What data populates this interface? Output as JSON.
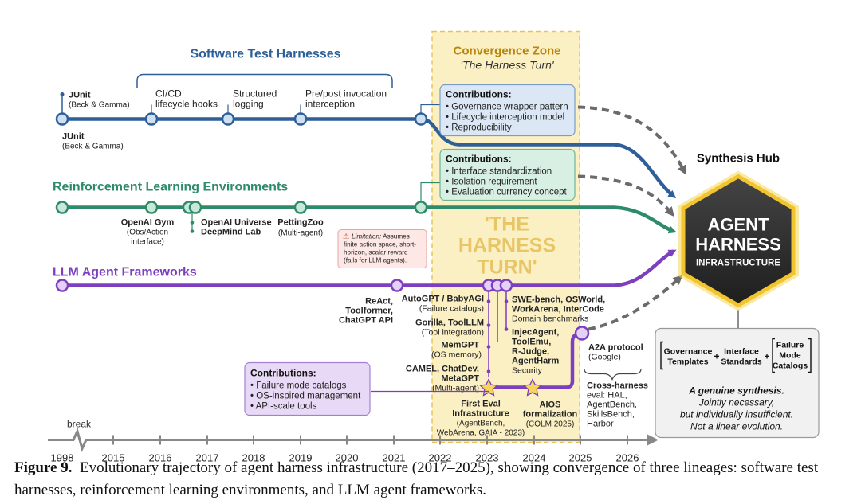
{
  "zone": {
    "title": "Convergence Zone",
    "subtitle": "'The Harness Turn'",
    "big_lines": [
      "'THE",
      "HARNESS",
      "TURN'"
    ]
  },
  "sth": {
    "title": "Software Test Harnesses",
    "junit_top": [
      "JUnit",
      "(Beck & Gamma)"
    ],
    "junit_bottom": [
      "JUnit",
      "(Beck & Gamma)"
    ],
    "cicd": [
      "CI/CD",
      "lifecycle hooks"
    ],
    "structured": [
      "Structured",
      "logging"
    ],
    "prepost": [
      "Pre/post invocation",
      "interception"
    ],
    "contrib_title": "Contributions:",
    "contrib": [
      "Governance wrapper pattern",
      "Lifecycle interception model",
      "Reproducibility"
    ]
  },
  "rle": {
    "title": "Reinforcement Learning Environments",
    "gym": [
      "OpenAI Gym",
      "(Obs/Action",
      "interface)"
    ],
    "universe": "OpenAI Universe",
    "deepmind": "DeepMind Lab",
    "petting": [
      "PettingZoo",
      "(Multi-agent)"
    ],
    "contrib_title": "Contributions:",
    "contrib": [
      "Interface standardization",
      "Isolation requirement",
      "Evaluation currency concept"
    ]
  },
  "limitation": {
    "label": "Limitation:",
    "lines": [
      "Assumes",
      "finite action space, short-",
      "horizon, scalar reward",
      "(fails for LLM agents)."
    ]
  },
  "llm": {
    "title": "LLM Agent Frameworks",
    "react": [
      "ReAct,",
      "Toolformer,",
      "ChatGPT API"
    ],
    "autogpt": [
      "AutoGPT / BabyAGI",
      "(Failure catalogs)"
    ],
    "gorilla": [
      "Gorilla, ToolLLM",
      "(Tool integration)"
    ],
    "memgpt": [
      "MemGPT",
      "(OS memory)"
    ],
    "camel": [
      "CAMEL, ChatDev,",
      "MetaGPT",
      "(Multi-agent)"
    ],
    "swebench": [
      "SWE-bench, OSWorld,",
      "WorkArena, InterCode",
      "Domain benchmarks"
    ],
    "injec": [
      "InjecAgent,",
      "ToolEmu,",
      "R-Judge,",
      "AgentHarm",
      "Security"
    ],
    "firsteval": [
      "First Eval",
      "Infrastructure",
      "(AgentBench,",
      "WebArena, GAIA - 2023)"
    ],
    "aios": [
      "AIOS",
      "formalization",
      "(COLM 2025)"
    ],
    "a2a": [
      "A2A protocol",
      "(Google)"
    ],
    "cross": [
      "Cross-harness",
      "eval: HAL,",
      "AgentBench,",
      "SkillsBench,",
      "Harbor"
    ],
    "contrib_title": "Contributions:",
    "contrib": [
      "Failure mode catalogs",
      "OS-inspired management",
      "API-scale tools"
    ]
  },
  "hub": {
    "title": "Synthesis Hub",
    "line1": "AGENT",
    "line2": "HARNESS",
    "line3": "INFRASTRUCTURE",
    "eq1": [
      "Governance",
      "Templates"
    ],
    "eq2": [
      "Interface",
      "Standards"
    ],
    "eq3": [
      "Failure",
      "Mode",
      "Catalogs"
    ],
    "plus": "+",
    "syn_title": "A genuine synthesis.",
    "syn_lines": [
      "Jointly necessary,",
      "but individually insufficient.",
      "Not a linear evolution."
    ]
  },
  "axis": {
    "break_label": "break",
    "years": [
      "1998",
      "2015",
      "2016",
      "2017",
      "2018",
      "2019",
      "2020",
      "2021",
      "2022",
      "2023",
      "2024",
      "2025",
      "2026"
    ]
  },
  "caption": {
    "label": "Figure 9.",
    "text": "Evolutionary trajectory of agent harness infrastructure (2017–2025), showing convergence of three lineages: software test harnesses, reinforcement learning environments, and LLM agent frameworks."
  },
  "colors": {
    "blue": "#2e5f98",
    "green": "#2e8b6a",
    "purple": "#7d3fc0",
    "zone": "#fbefc4",
    "hub": "#2b2b2b",
    "gold": "#f2c42e"
  }
}
